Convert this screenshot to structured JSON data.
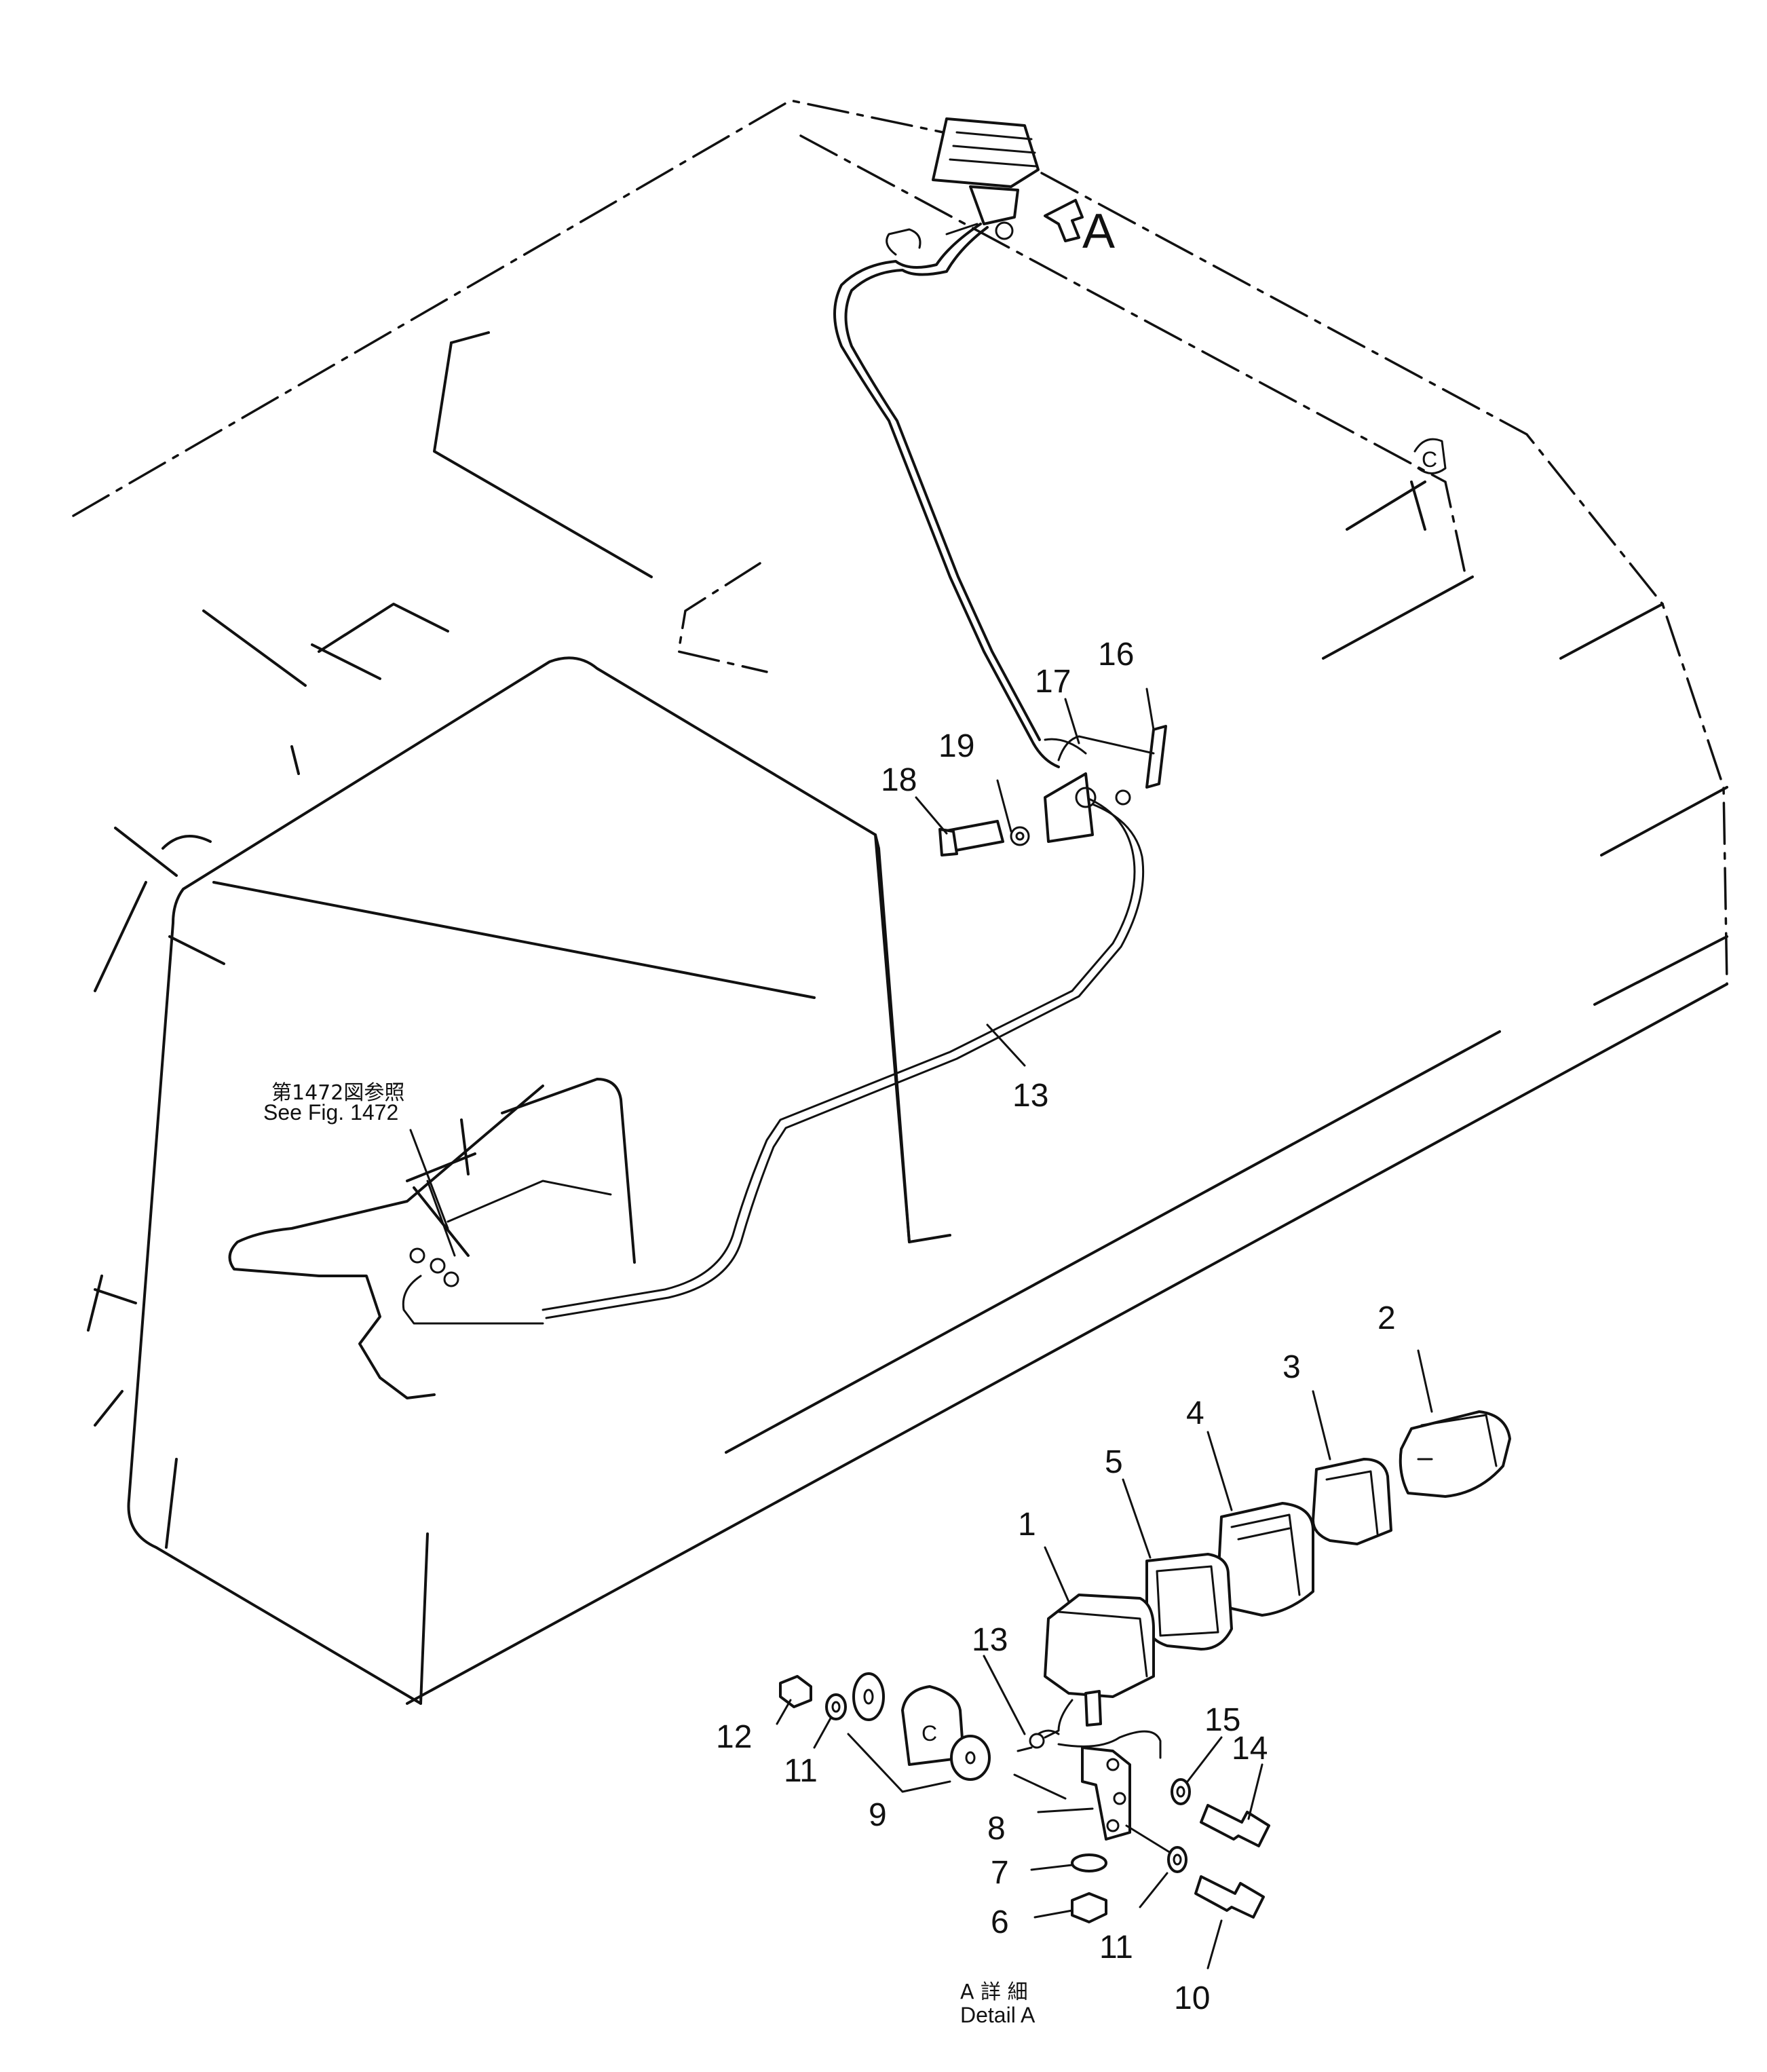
{
  "callout_a": "A",
  "reference": {
    "jp": "第1472図参照",
    "en": "See Fig. 1472"
  },
  "detail": {
    "jp": "A 詳 細",
    "en": "Detail A"
  },
  "part_numbers": {
    "p1": "1",
    "p2": "2",
    "p3": "3",
    "p4": "4",
    "p5": "5",
    "p6": "6",
    "p7": "7",
    "p8_a": "8",
    "p8_b": "8",
    "p9": "9",
    "p10": "10",
    "p11_a": "11",
    "p11_b": "11",
    "p12": "12",
    "p13_a": "13",
    "p13_b": "13",
    "p14": "14",
    "p15": "15",
    "p16": "16",
    "p17": "17",
    "p18": "18",
    "p19": "19"
  },
  "counterweight_mark": "C",
  "spacer_mark": "C"
}
